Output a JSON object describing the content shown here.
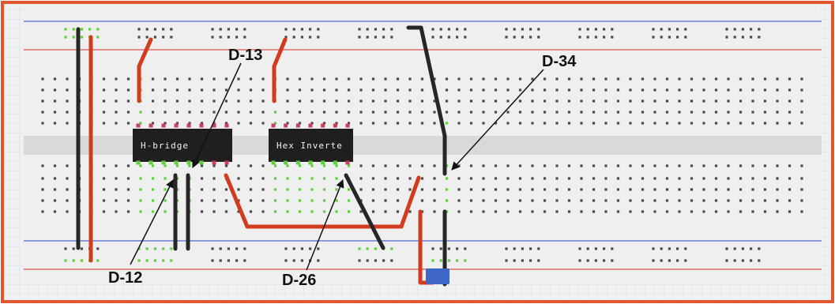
{
  "colors": {
    "frame": "#e2562e",
    "grid": "#dcdfe3",
    "grid_bg": "#eef0f2",
    "board": "#efefef",
    "board_center": "#d9d9d9",
    "rail_red": "#de6b6b",
    "rail_blue": "#6b7fd6",
    "hole": "#4a4a4a",
    "hole_active": "#5fcf3c",
    "chip": "#1f1f1f",
    "chip_pin": "#c93f5a",
    "wire_red": "#d23b1e",
    "wire_black": "#262626",
    "arrow": "#111111",
    "small_part": "#3f67c9"
  },
  "chips": [
    {
      "name": "hbridge",
      "label": "H-bridge"
    },
    {
      "name": "hex-inverter",
      "label": "Hex Inverte"
    }
  ],
  "callouts": [
    {
      "name": "d12",
      "text": "D-12"
    },
    {
      "name": "d13",
      "text": "D-13"
    },
    {
      "name": "d26",
      "text": "D-26"
    },
    {
      "name": "d34",
      "text": "D-34"
    }
  ],
  "icons": {
    "small_part": "blue-component-icon"
  }
}
